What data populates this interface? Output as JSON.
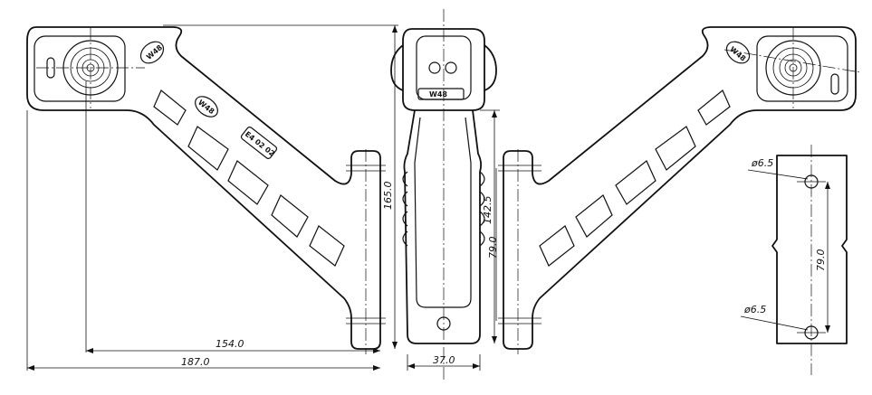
{
  "dimensions": {
    "width_total": "187.0",
    "width_inner": "154.0",
    "height_total": "165.0",
    "height_side": "142.5",
    "hole_spacing_side": "79.0",
    "hole_spacing_plate": "79.0",
    "width_side": "37.0",
    "hole_diameter_top": "ø6.5",
    "hole_diameter_bottom": "ø6.5"
  },
  "markings": {
    "left_lamp_stamp": "W48",
    "left_lamp_label": "W48",
    "left_lamp_code": "E4 02 02",
    "left_lamp_badge": "W48",
    "side_lamp_badge": "W48",
    "right_lamp_badge": "W48"
  }
}
